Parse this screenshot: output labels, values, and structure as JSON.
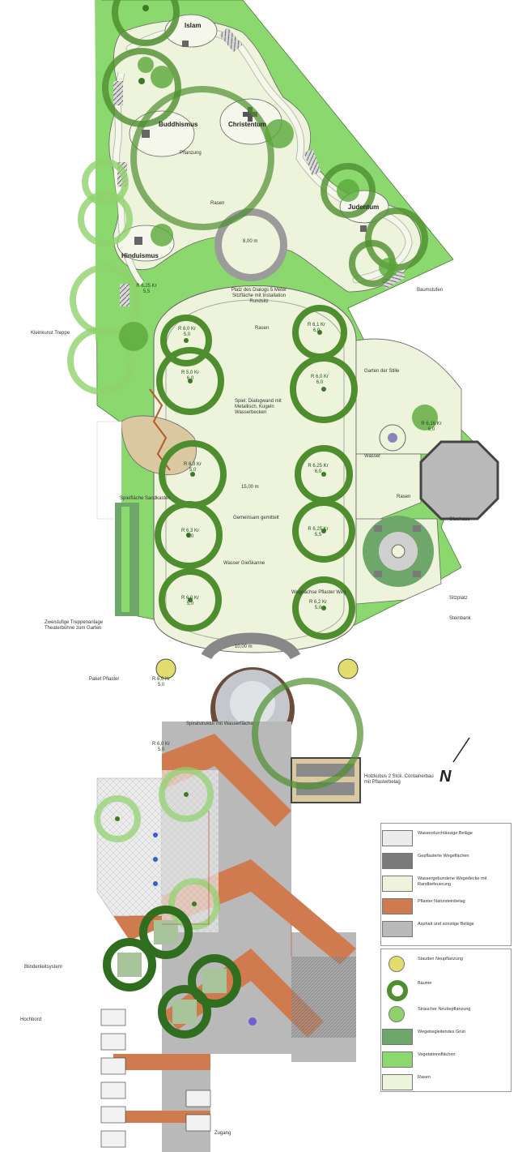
{
  "labels": {
    "islam": "Islam",
    "buddhismus": "Buddhismus",
    "christentum": "Christentum",
    "judentum": "Judentum",
    "hinduismus": "Hinduismus",
    "rasen": "Rasen",
    "pflanzung": "Pflanzung",
    "platz_des_dialogs": "Platz des Dialogs 5 Meter Sitzfläche mit Installation Rundsitz",
    "spiel": "Spiel: Dialogwand mit Metallisch, Kugeln Wasserbecken",
    "wasserflaeche": "Wasser Gießkanne",
    "gemeinsam": "Gemeinsam gemittelt",
    "spiralstruktur": "Spiralstruktur mit Wasserfläche",
    "baumstufen": "Baumstufen",
    "glashaus": "Glashaus",
    "wasser": "Wasser",
    "paket_pflaster": "Paket Pflaster",
    "holzkubus": "Holzkubus 2 Stck. Containerbau mit Pflasterbelag",
    "kleinkunst": "Kleinkunst Treppe",
    "hochbord": "Hochbord",
    "zugang": "Zugang",
    "blindenleitsystem": "Blindenleitsystem",
    "wegeachse": "Wegeachse Pflaster Weg",
    "treppenanlage": "Zweistufige Treppenanlage Theaterbühne zum Garten",
    "spielplatz": "Spielfläche Sandkasten",
    "garten_der_stille": "Garten der Stille",
    "sitzplatz": "Sitzplatz",
    "steinbank": "Steinbank",
    "north": "N"
  },
  "trees": [
    {
      "label": "R 6,0 Kr 5,0"
    },
    {
      "label": "R 5,0 Kr 6,0"
    },
    {
      "label": "R 6,3 Kr 5,0"
    },
    {
      "label": "R 6,3 Kr 6,0"
    },
    {
      "label": "R 6,0 Kr 5,0"
    },
    {
      "label": "R 6,25 Kr 5,5"
    },
    {
      "label": "R 6,1 Kr 6,0"
    },
    {
      "label": "R 6,0 Kr 6,0"
    },
    {
      "label": "R 6,25 Kr 6,0"
    },
    {
      "label": "R 6,25 Kr 5,5"
    },
    {
      "label": "R 6,2 Kr 5,0"
    },
    {
      "label": "R 6,16 Kr 6,0"
    },
    {
      "label": "R 6,0 Kr 5,0"
    },
    {
      "label": "R 6,0 Kr 5,0"
    }
  ],
  "dimensions": {
    "d1": "15,00 m",
    "d2": "10,00 m",
    "d3": "8,00 m"
  },
  "legend": {
    "items": [
      {
        "label": "Wasserdurchlässige Beläge",
        "color": "#ececec"
      },
      {
        "label": "Gepflasterte Wegeflächen",
        "color": "#7a7a7a"
      },
      {
        "label": "Wassergebundene Wegedecke mit Randbefeuerung",
        "color": "#eef4dc"
      },
      {
        "label": "Pflaster Natursteinbelag",
        "color": "#d07a50"
      },
      {
        "label": "Asphalt und sonstige Beläge",
        "color": "#b9b9b9"
      },
      {
        "label": "Stauden Neupflanzung",
        "color": "#e3dd6d"
      },
      {
        "label": "Bäume",
        "color": "#4f8e2f"
      },
      {
        "label": "Sträucher Neubepflanzung",
        "color": "#8fd26b"
      },
      {
        "label": "Wegebegleitendes Grün",
        "color": "#6fa76a"
      },
      {
        "label": "Vegetationsflächen",
        "color": "#8bd86f"
      },
      {
        "label": "Rasen",
        "color": "#eef4dc"
      }
    ]
  },
  "colors": {
    "lawn": "#eef4dc",
    "green": "#8bd86f",
    "dark_green": "#4f8e2f",
    "paving": "#b9b9b9",
    "brick": "#d07a50",
    "stone": "#7a7a7a"
  }
}
